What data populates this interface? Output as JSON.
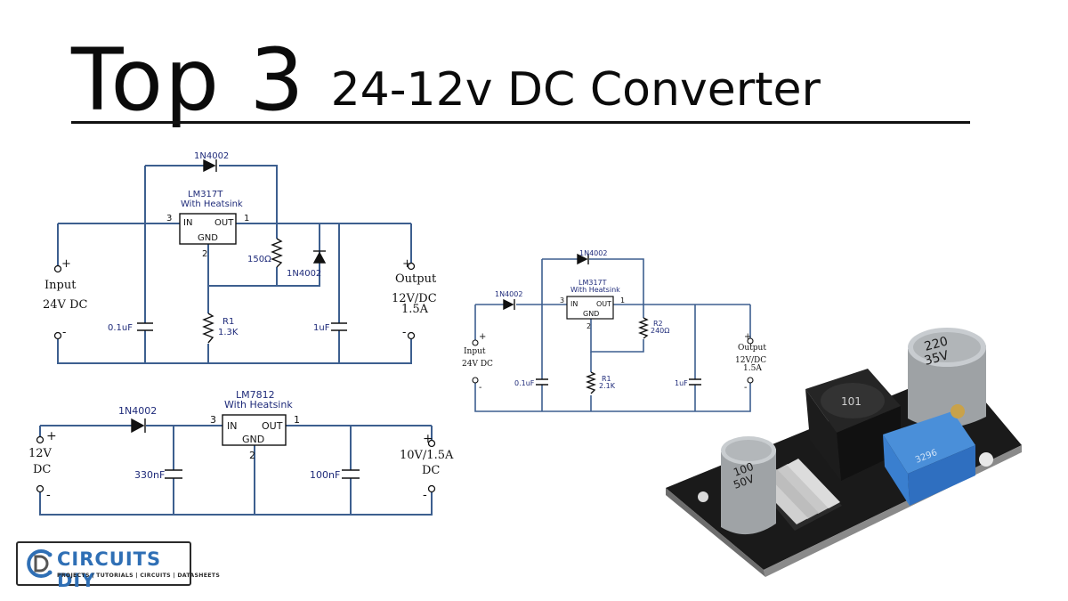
{
  "title": {
    "big": "Top 3",
    "small": "24-12v DC Converter"
  },
  "circuit1": {
    "diode_top": "1N4002",
    "reg_name": "LM317T",
    "reg_sub": "With Heatsink",
    "pin_in_num": "3",
    "pin_out_num": "1",
    "pin_adj_num": "2",
    "pin_in": "IN",
    "pin_out": "OUT",
    "pin_gnd": "GND",
    "r_top": "150Ω",
    "diode_shunt": "1N4002",
    "r1_name": "R1",
    "r1_val": "1.3K",
    "c_in": "0.1uF",
    "c_out": "1uF",
    "plus": "+",
    "minus": "-",
    "in_label1": "Input",
    "in_label2": "24V DC",
    "out_label1": "Output",
    "out_label2": "12V/DC",
    "out_label3": "1.5A"
  },
  "circuit2": {
    "diode_in": "1N4002",
    "diode_top": "1N4002",
    "reg_name": "LM317T",
    "reg_sub": "With Heatsink",
    "pin_in_num": "3",
    "pin_out_num": "1",
    "pin_adj_num": "2",
    "pin_in": "IN",
    "pin_out": "OUT",
    "pin_gnd": "GND",
    "r2_name": "R2",
    "r2_val": "240Ω",
    "r1_name": "R1",
    "r1_val": "2.1K",
    "c_in": "0.1uF",
    "c_out": "1uF",
    "plus": "+",
    "minus": "-",
    "in_label1": "Input",
    "in_label2": "24V DC",
    "out_label1": "Output",
    "out_label2": "12V/DC",
    "out_label3": "1.5A"
  },
  "circuit3": {
    "diode": "1N4002",
    "reg_name": "LM7812",
    "reg_sub": "With Heatsink",
    "pin_in_num": "3",
    "pin_out_num": "1",
    "pin_gnd_num": "2",
    "pin_in": "IN",
    "pin_out": "OUT",
    "pin_gnd": "GND",
    "c_in": "330nF",
    "c_out": "100nF",
    "plus": "+",
    "minus": "-",
    "in_label1": "12V",
    "in_label2": "DC",
    "out_label1": "10V/1.5A",
    "out_label2": "DC"
  },
  "module": {
    "cap1_text1": "220",
    "cap1_text2": "35V",
    "cap2_text1": "100",
    "cap2_text2": "50V",
    "inductor_text": "101",
    "pot_text": "3296"
  },
  "logo": {
    "name": "CIRCUITS DIY",
    "tagline": "PROJECTS | TUTORIALS | CIRCUITS | DATASHEETS"
  },
  "colors": {
    "wire": "#3d5f8f",
    "label": "#1f2b7a",
    "logo_blue": "#2f6fb5"
  }
}
